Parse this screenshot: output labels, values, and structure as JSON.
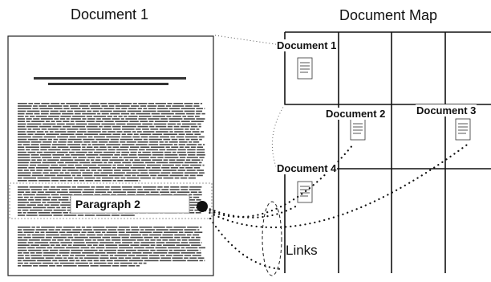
{
  "titles": {
    "document": "Document 1",
    "map": "Document Map"
  },
  "map_cells": [
    "Document 1",
    "Document 2",
    "Document 3",
    "Document 4"
  ],
  "paragraph_label": "Paragraph 2",
  "links_label": "Links"
}
